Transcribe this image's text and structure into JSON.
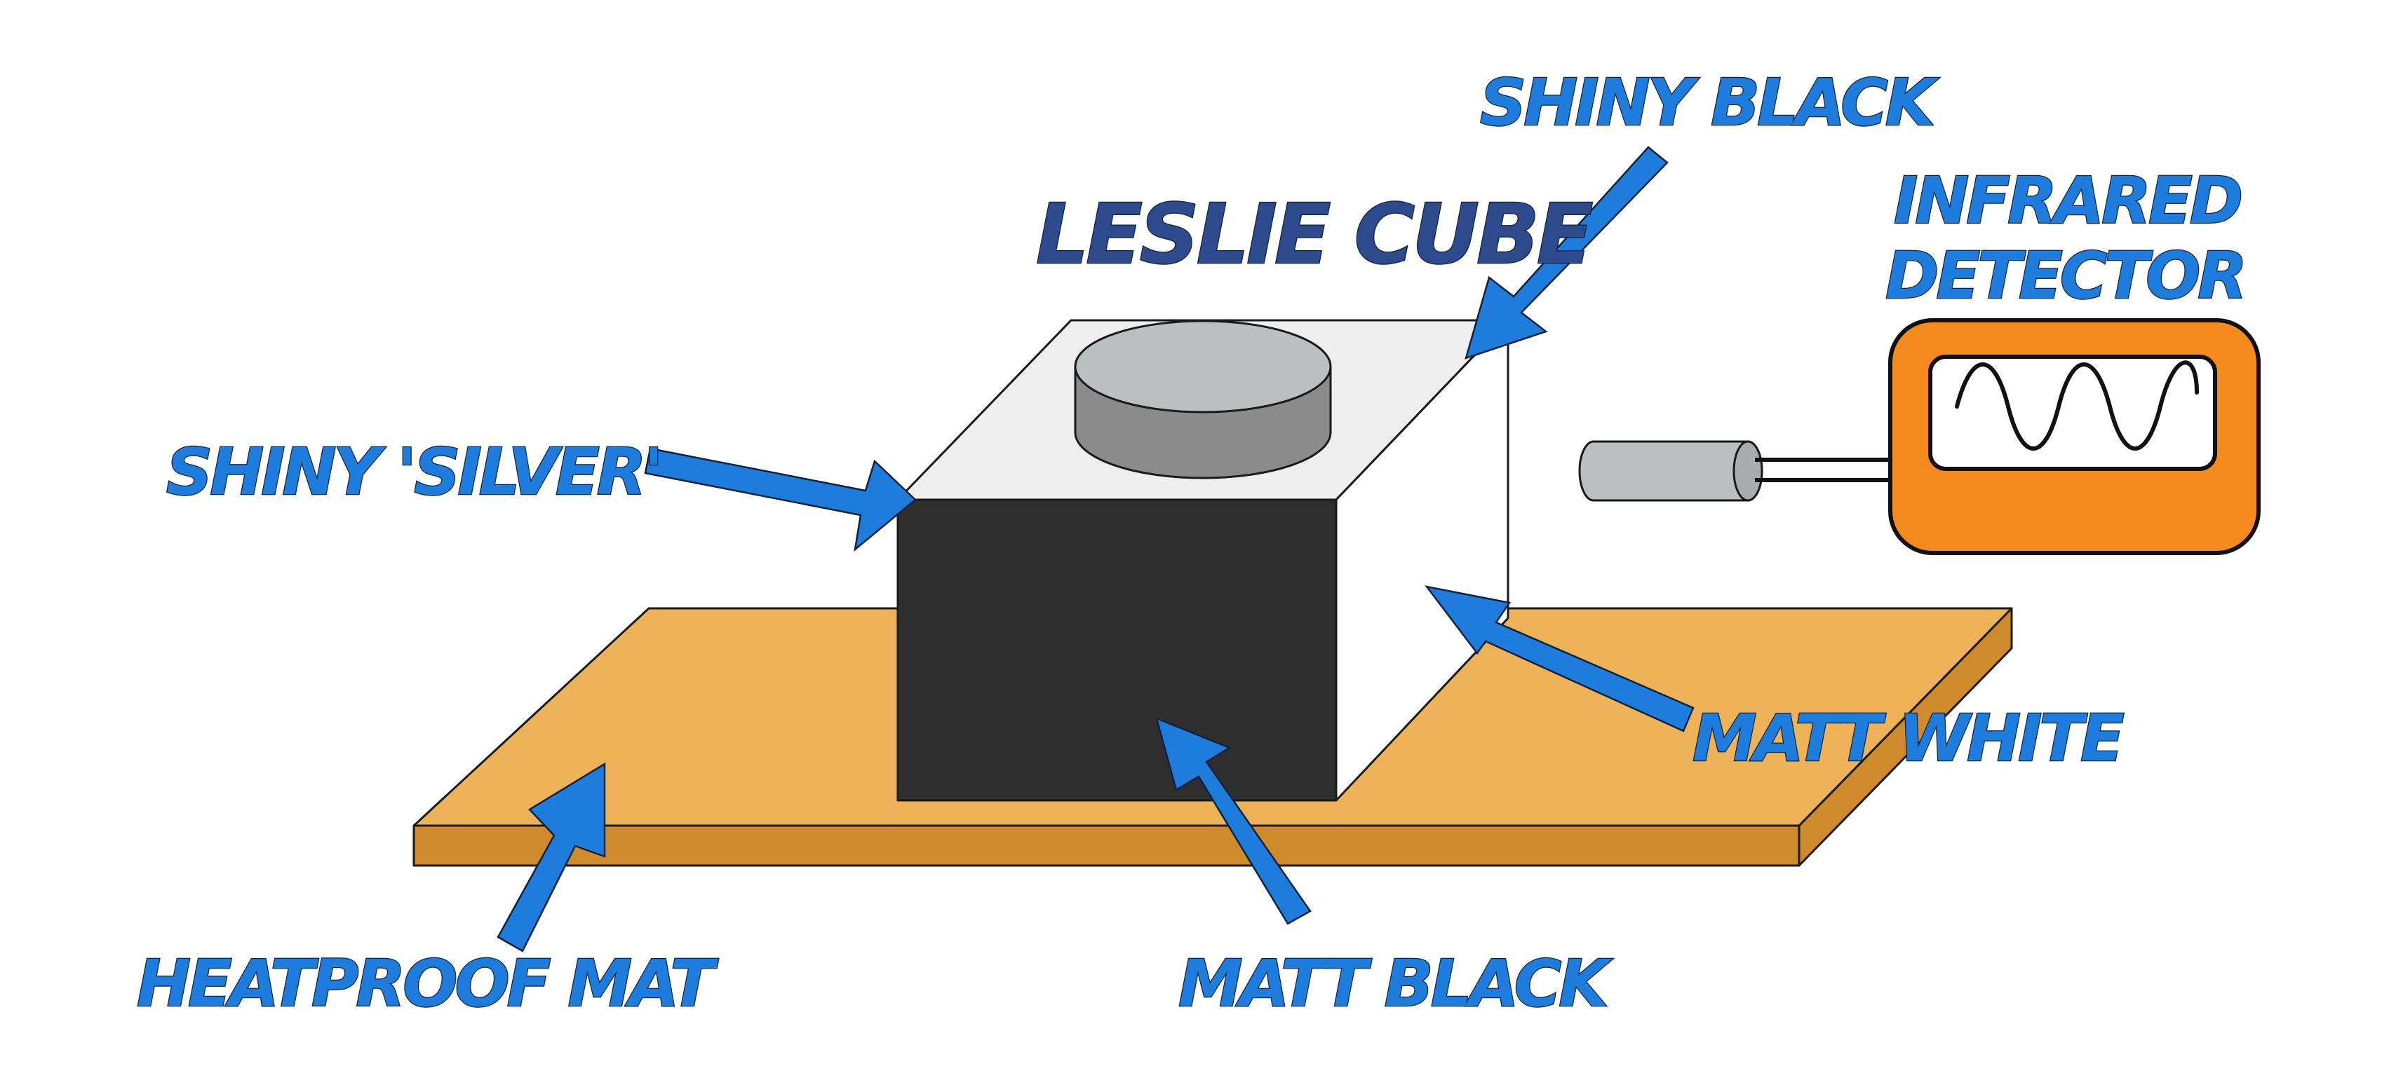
{
  "labels": {
    "title": "LESLIE CUBE",
    "shiny_black": "SHINY BLACK",
    "shiny_silver": "SHINY 'SILVER'",
    "infrared_line1": "INFRARED",
    "infrared_line2": "DETECTOR",
    "matt_white": "MATT WHITE",
    "matt_black": "MATT BLACK",
    "heatproof_mat": "HEATPROOF MAT"
  },
  "colors": {
    "label_blue": "#1e7ddc",
    "title_navy": "#2c4a8c",
    "arrow_blue": "#1e7ddc",
    "mat_top": "#eeb358",
    "mat_side": "#cf8a2c",
    "cube_front": "#2f2f2f",
    "cube_top": "#eeeeee",
    "cube_right": "#ffffff",
    "lid_top": "#bcbfc0",
    "lid_side": "#8b8b8b",
    "detector_body": "#f58a1f",
    "detector_screen": "#ffffff",
    "sensor_tube": "#bcbfc0"
  },
  "icons": {
    "screen_waveform": "sine-wave-icon"
  }
}
